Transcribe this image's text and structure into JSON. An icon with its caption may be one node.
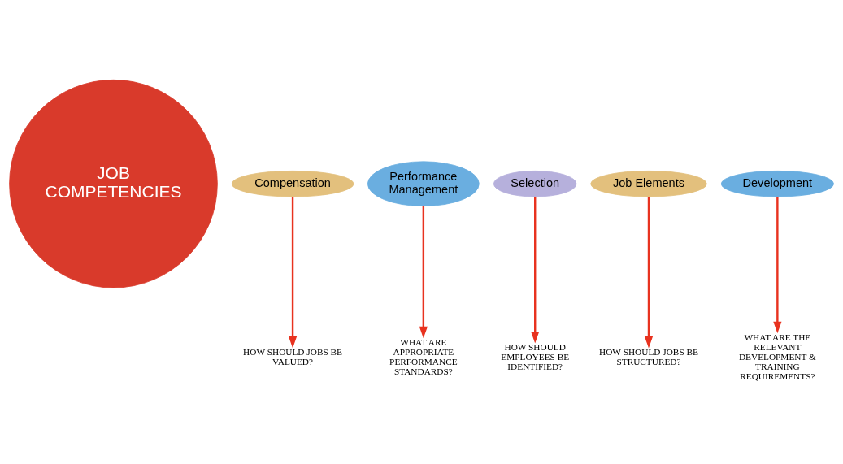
{
  "diagram": {
    "nodes": [
      {
        "text": [
          "JOB COMPETENCIES"
        ]
      },
      {
        "text": [
          "Compensation"
        ]
      },
      {
        "text": [
          "Performance Management"
        ]
      },
      {
        "text": [
          "Selection"
        ]
      },
      {
        "text": [
          "Job Elements"
        ]
      },
      {
        "text": [
          "Development"
        ]
      },
      {
        "text": [
          "HOW SHOULD JOBS BE VALUED?"
        ]
      },
      {
        "text": [
          "WHAT ARE APPROPRIATE PERFORMANCE STANDARDS?"
        ]
      },
      {
        "text": [
          "HOW SHOULD EMPLOYEES BE IDENTIFIED?"
        ]
      },
      {
        "text": [
          "HOW SHOULD JOBS BE STRUCTURED?"
        ]
      },
      {
        "text": [
          "WHAT ARE THE RELEVANT DEVELOPMENT & TRAINING REQUIREMENTS?"
        ]
      }
    ],
    "edges": [
      {
        "from": 1,
        "to": 6,
        "arrow": "to"
      },
      {
        "from": 2,
        "to": 7,
        "arrow": "to"
      },
      {
        "from": 3,
        "to": 8,
        "arrow": "to"
      },
      {
        "from": 4,
        "to": 9,
        "arrow": "to"
      },
      {
        "from": 5,
        "to": 10,
        "arrow": "to"
      }
    ]
  }
}
